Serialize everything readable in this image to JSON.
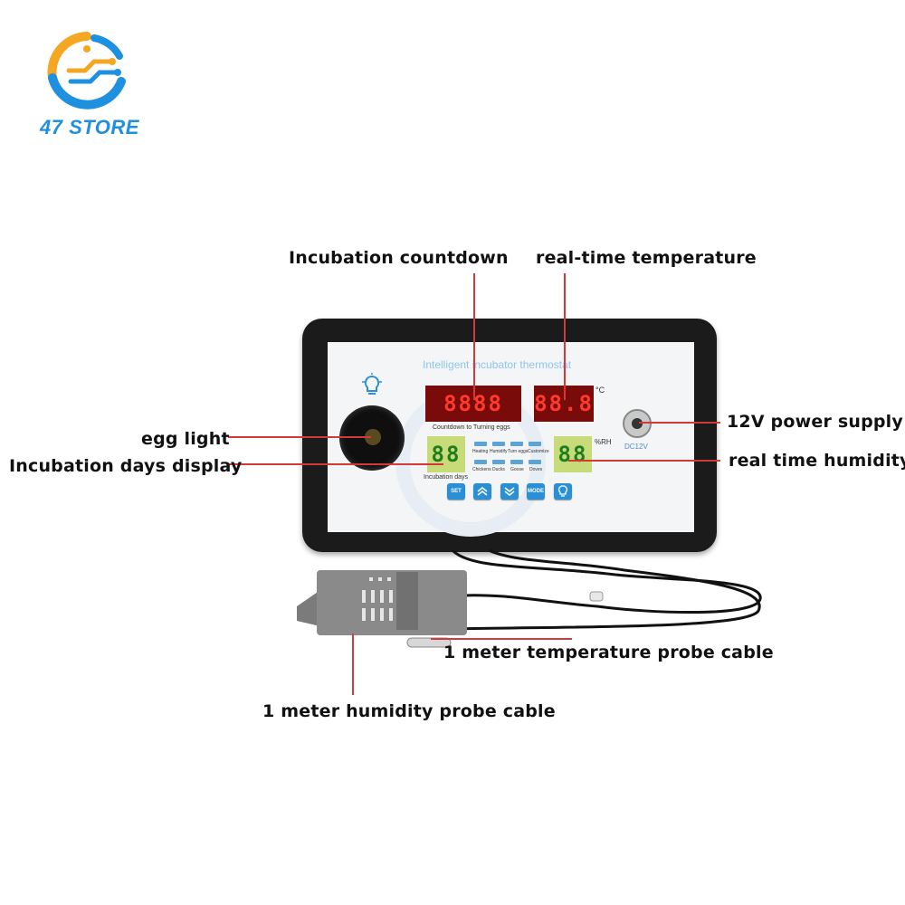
{
  "brand": {
    "name": "47 STORE"
  },
  "device": {
    "title": "Intelligent incubator thermostat",
    "countdown_display": "8888",
    "temperature_display": "88.8",
    "temperature_unit": "°C",
    "days_display": "88",
    "humidity_display": "88",
    "humidity_unit": "%RH",
    "countdown_label": "Countdown to Turning eggs",
    "days_label": "Incubation days",
    "power_label": "DC12V",
    "indicators": {
      "row1": [
        "Heating",
        "Humidify",
        "Turn eggs",
        "Customize"
      ],
      "row2": [
        "Chickens",
        "Ducks",
        "Goose",
        "Doves"
      ]
    },
    "buttons": {
      "set": "SET",
      "mode": "MODE"
    }
  },
  "callouts": {
    "incubation_countdown": "Incubation countdown",
    "realtime_temperature": "real-time temperature",
    "egg_light": "egg light",
    "incubation_days_display": "Incubation days display",
    "power_supply": "12V power supply",
    "realtime_humidity": "real time humidity",
    "temperature_probe": "1 meter temperature probe cable",
    "humidity_probe": "1 meter humidity probe cable"
  },
  "colors": {
    "brand_blue": "#1e90e0",
    "brand_orange": "#f5a623",
    "leader_red": "#d23a3a",
    "display_red": "#ff3a2a",
    "display_green": "#1f7d1f"
  }
}
